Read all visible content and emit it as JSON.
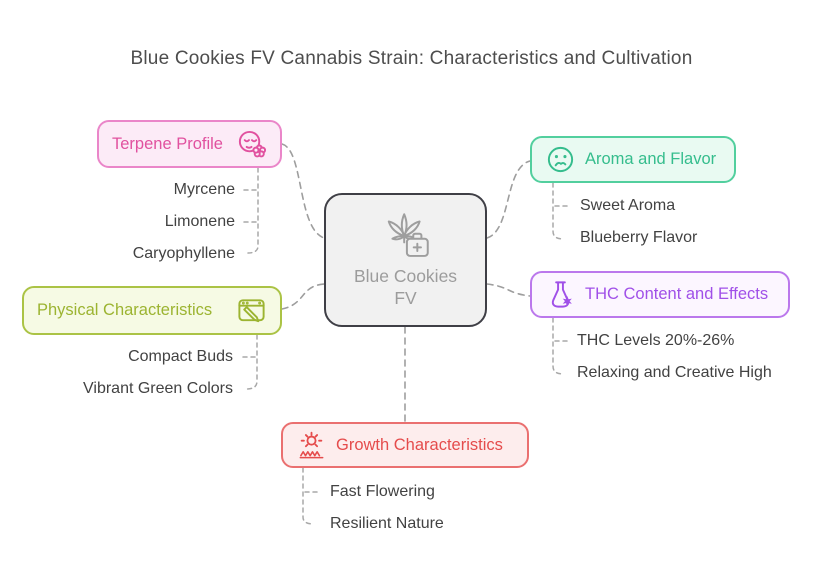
{
  "title": "Blue Cookies FV Cannabis Strain: Characteristics and Cultivation",
  "center": {
    "line1": "Blue Cookies",
    "line2": "FV",
    "icon": "cannabis-medkit-icon"
  },
  "colors": {
    "terpene": "#e1519f",
    "physical": "#9cb431",
    "aroma": "#35bd8d",
    "thc": "#a050e8",
    "growth": "#e54c4c",
    "connector": "#9e9e9e"
  },
  "branches": [
    {
      "id": "terpene",
      "label": "Terpene Profile",
      "icon": "smell-face-flower-icon",
      "items": [
        "Myrcene",
        "Limonene",
        "Caryophyllene"
      ]
    },
    {
      "id": "physical",
      "label": "Physical Characteristics",
      "icon": "window-pen-icon",
      "items": [
        "Compact Buds",
        "Vibrant Green Colors"
      ]
    },
    {
      "id": "aroma",
      "label": "Aroma and Flavor",
      "icon": "sniff-face-icon",
      "items": [
        "Sweet Aroma",
        "Blueberry Flavor"
      ]
    },
    {
      "id": "thc",
      "label": "THC Content and Effects",
      "icon": "flask-leaf-icon",
      "items": [
        "THC Levels 20%-26%",
        "Relaxing and Creative High"
      ]
    },
    {
      "id": "growth",
      "label": "Growth Characteristics",
      "icon": "sun-sprouts-icon",
      "items": [
        "Fast Flowering",
        "Resilient Nature"
      ]
    }
  ]
}
